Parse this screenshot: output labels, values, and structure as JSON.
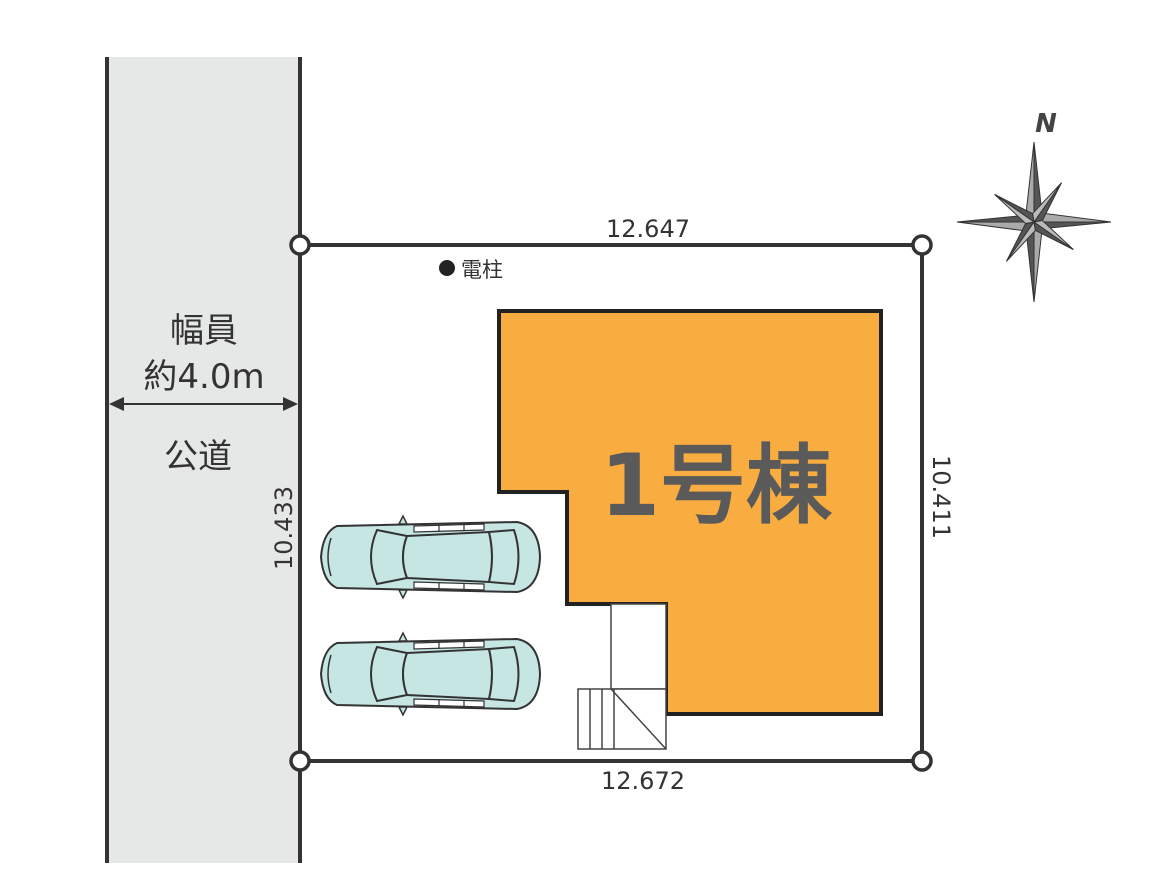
{
  "colors": {
    "road": "#e6e8e8",
    "building": "#f9ac3f",
    "car_body": "#c6e6e4",
    "line": "#333333",
    "text": "#333333",
    "building_text": "#5a5a5a"
  },
  "road": {
    "width_label_1": "幅員",
    "width_label_2": "約4.0m",
    "type_label": "公道"
  },
  "lot": {
    "top_dim": "12.647",
    "bottom_dim": "12.672",
    "left_dim": "10.433",
    "right_dim": "10.411"
  },
  "pole": {
    "label": "電柱"
  },
  "building": {
    "label": "1号棟"
  },
  "compass": {
    "label": "N",
    "icon": "compass-rose-icon"
  },
  "parking": {
    "cars": 2,
    "icon": "car-icon"
  }
}
